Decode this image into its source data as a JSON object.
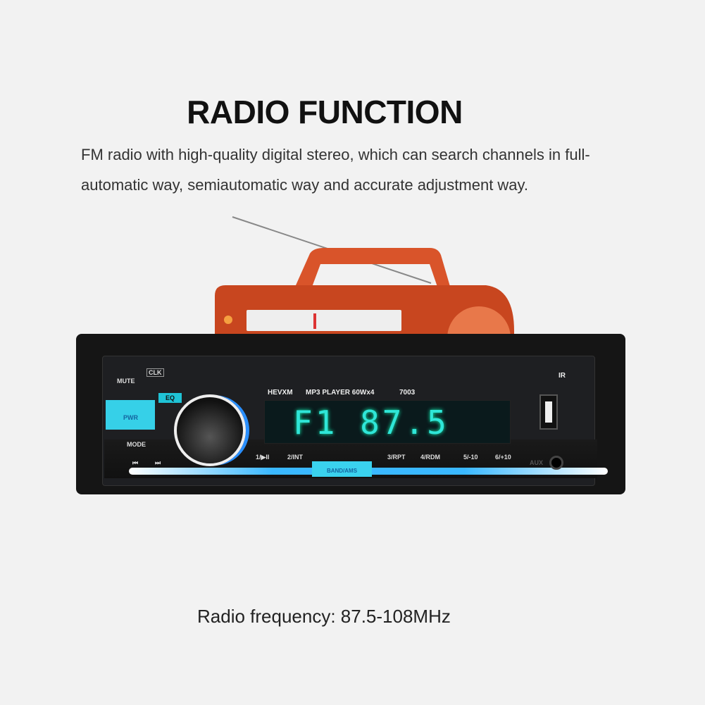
{
  "title": "RADIO FUNCTION",
  "description": "FM radio with high-quality digital stereo, which can search channels in full-automatic way, semiautomatic way and accurate adjustment way.",
  "footer": "Radio frequency: 87.5-108MHz",
  "stereo": {
    "brand": "HEVXM",
    "model_desc": "MP3 PLAYER 60Wx4",
    "model": "7003",
    "ir": "IR",
    "display": "F1 87.5",
    "buttons": {
      "mute": "MUTE",
      "clk": "CLK",
      "eq": "EQ",
      "pwr": "PWR",
      "mode": "MODE",
      "prev": "⏮",
      "next": "⏭",
      "b1": "1/▶II",
      "b2": "2/INT",
      "b3": "3/RPT",
      "b4": "4/RDM",
      "b5": "5/-10",
      "b6": "6/+10",
      "band": "BAND/AMS",
      "aux": "AUX"
    }
  },
  "colors": {
    "accent": "#2fe6d8",
    "glow": "#3ab8ff",
    "boombox": "#d9542a"
  }
}
